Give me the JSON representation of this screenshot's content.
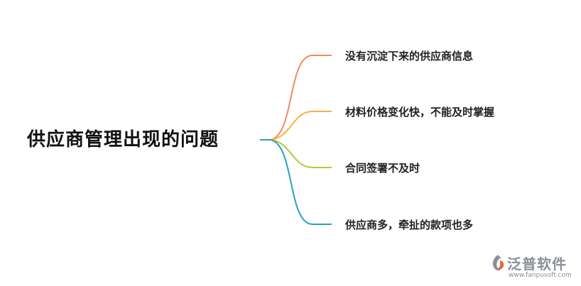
{
  "central_topic": "供应商管理出现的问题",
  "branches": [
    {
      "label": "没有沉淀下来的供应商信息",
      "color": "#f08a5d"
    },
    {
      "label": "材料价格变化快，不能及时掌握",
      "color": "#f6b340"
    },
    {
      "label": "合同签署不及时",
      "color": "#b5c93a"
    },
    {
      "label": "供应商多，牵扯的款项也多",
      "color": "#2a9fc0"
    }
  ],
  "central_connector_color": "#2a9fc0",
  "logo": {
    "name": "泛普软件",
    "url": "www.fanpusoft.com",
    "icon": "fanpu-logo-icon"
  }
}
